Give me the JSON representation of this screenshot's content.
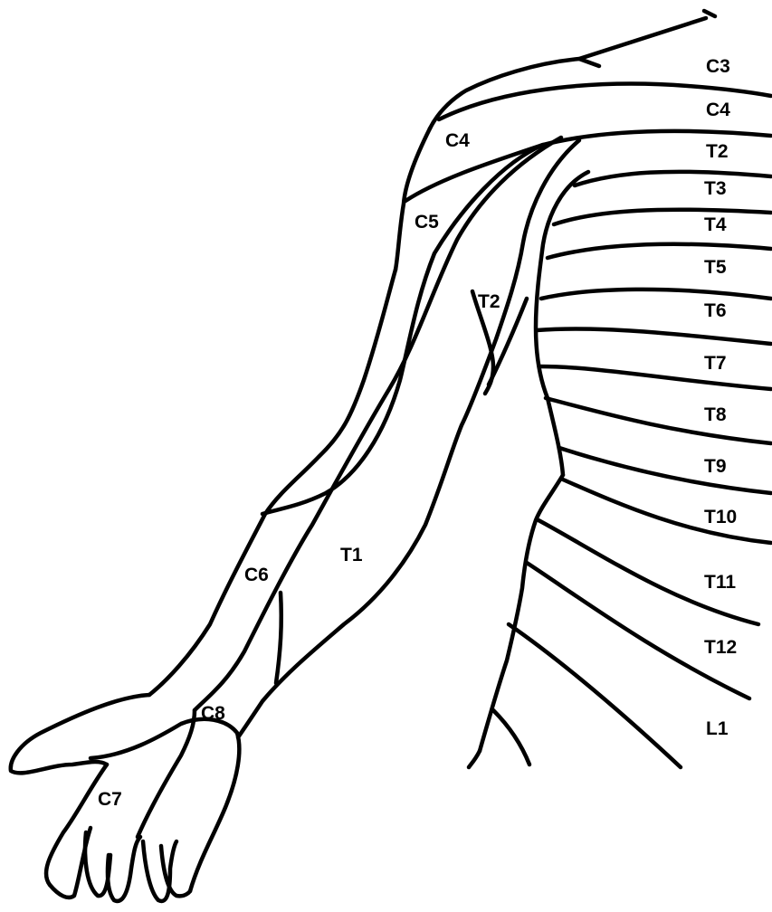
{
  "diagram": {
    "line_color": "#000000",
    "background_color": "#ffffff",
    "labels": {
      "right_c3": "C3",
      "right_c4": "C4",
      "right_t2": "T2",
      "right_t3": "T3",
      "right_t4": "T4",
      "right_t5": "T5",
      "right_t6": "T6",
      "right_t7": "T7",
      "right_t8": "T8",
      "right_t9": "T9",
      "right_t10": "T10",
      "right_t11": "T11",
      "right_t12": "T12",
      "right_l1": "L1",
      "arm_c4": "C4",
      "arm_c5": "C5",
      "arm_t2": "T2",
      "arm_t1": "T1",
      "arm_c6": "C6",
      "arm_c8": "C8",
      "hand_c7": "C7"
    }
  }
}
